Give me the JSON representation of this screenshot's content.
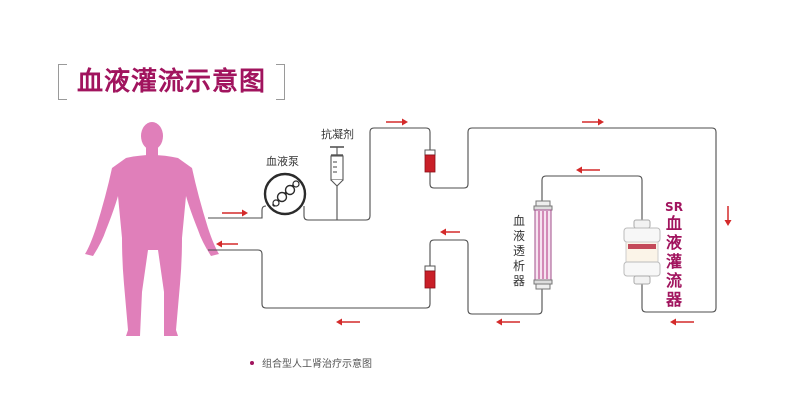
{
  "title": "血液灌流示意图",
  "labels": {
    "pump": "血液泵",
    "anticoagulant": "抗凝剂",
    "dialyzer": "血液透析器",
    "perfusion_code": "SR",
    "perfusion": "血液灌流器"
  },
  "caption": "组合型人工肾治疗示意图",
  "colors": {
    "accent": "#a1145e",
    "body": "#e07fba",
    "line": "#4d4d4d",
    "arrow": "#d42a2a",
    "chamber": "#c91f28"
  }
}
